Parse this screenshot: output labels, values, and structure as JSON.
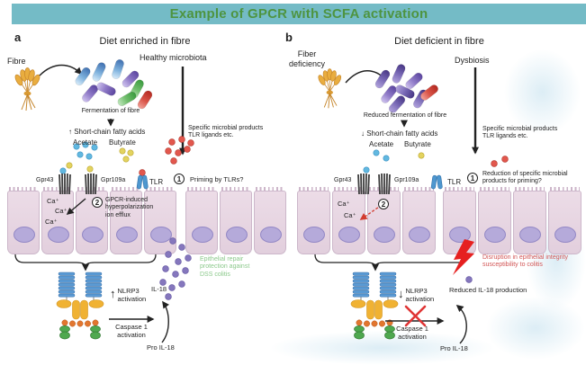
{
  "title": "Example of GPCR with SCFA activation",
  "colors": {
    "title_band": "#74bbc6",
    "title_text": "#4e9440",
    "acetate_dot": "#62b8e0",
    "butyrate_dot": "#e3d35f",
    "microbial_product_dot": "#e2574d",
    "il18_dot": "#8577bd",
    "positive_outcome_text": "#8cc98c",
    "negative_outcome_text": "#d25555",
    "epithelial_cell": "#e8d8e3"
  },
  "panels": {
    "a": {
      "label": "a",
      "heading": "Diet enriched in fibre",
      "source_label": "Fibre",
      "microbiota_label": "Healthy microbiota",
      "fermentation_label": "Fermentation of fibre",
      "scfa_label": "↑ Short-chain fatty acids",
      "acetate_label": "Acetate",
      "butyrate_label": "Butyrate",
      "microbial_products_label": "Specific microbial products\nTLR ligands etc.",
      "receptors": {
        "gpr43": "Gpr43",
        "gpr109a": "Gpr109a",
        "tlr": "TLR"
      },
      "step1": {
        "number": "1",
        "text": "Priming by TLRs?"
      },
      "step2": {
        "number": "2",
        "text": "GPCR-induced\nhyperpolarization\nion efflux"
      },
      "ca_labels": [
        "Ca⁺",
        "Ca⁺",
        "Ca⁺"
      ],
      "nlrp3": {
        "arrow": "↑",
        "text": "NLRP3\nactivation"
      },
      "caspase_label": "Caspase 1\nactivation",
      "pro_il18_label": "Pro IL-18",
      "il18_label": "IL-18",
      "outcome_text": "Epithelial repair\nprotection against\nDSS colitis"
    },
    "b": {
      "label": "b",
      "heading": "Diet deficient in fibre",
      "source_label": "Fiber\ndeficiency",
      "microbiota_label": "Dysbiosis",
      "fermentation_label": "Reduced fermentation of fibre",
      "scfa_label": "↓ Short-chain fatty acids",
      "acetate_label": "Acetate",
      "butyrate_label": "Butyrate",
      "microbial_products_label": "Specific microbial products\nTLR ligands etc.",
      "receptors": {
        "gpr43": "Gpr43",
        "gpr109a": "Gpr109a",
        "tlr": "TLR"
      },
      "step1": {
        "number": "1",
        "text": "Reduction of specific microbial\nproducts for priming?"
      },
      "step2": {
        "number": "2",
        "text": ""
      },
      "ca_labels": [
        "Ca⁺",
        "Ca⁺"
      ],
      "nlrp3": {
        "arrow": "↓",
        "text": "NLRP3\nactivation"
      },
      "caspase_label": "Caspase 1\nactivation",
      "pro_il18_label": "Pro IL-18",
      "il18_label": "Reduced IL-18 production",
      "outcome_text": "Disruption in epithelial integrity\nsusceptibility to colitis"
    }
  }
}
